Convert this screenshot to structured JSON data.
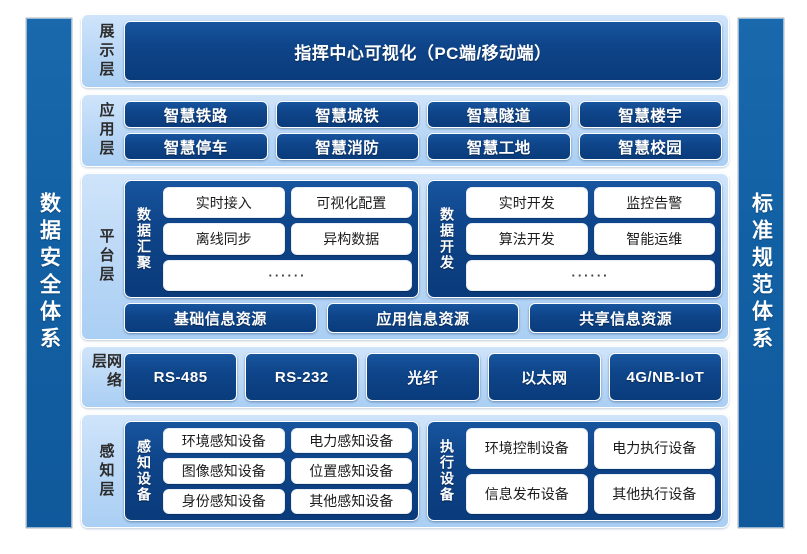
{
  "frame": {
    "left_pillar": "数据安全体系",
    "right_pillar": "标准规范体系"
  },
  "colors": {
    "band_bg_light": "#cfe4fa",
    "band_bg_dark": "#aacff4",
    "chip_blue_top": "#17559e",
    "chip_blue_bottom": "#0a3c7c",
    "pillar_blue": "#1260a4",
    "pill_white": "#ffffff",
    "label_text": "#2b2b2b",
    "page_bg": "#ffffff"
  },
  "layers": {
    "presentation": {
      "label": "展示层",
      "items": [
        "指挥中心可视化（PC端/移动端）"
      ]
    },
    "application": {
      "label": "应用层",
      "row1": [
        "智慧铁路",
        "智慧城铁",
        "智慧隧道",
        "智慧楼宇"
      ],
      "row2": [
        "智慧停车",
        "智慧消防",
        "智慧工地",
        "智慧校园"
      ]
    },
    "platform": {
      "label": "平台层",
      "groups": [
        {
          "label": "数据汇聚",
          "row1": [
            "实时接入",
            "可视化配置"
          ],
          "row2": [
            "离线同步",
            "异构数据"
          ],
          "row3": [
            "······"
          ]
        },
        {
          "label": "数据开发",
          "row1": [
            "实时开发",
            "监控告警"
          ],
          "row2": [
            "算法开发",
            "智能运维"
          ],
          "row3": [
            "······"
          ]
        }
      ],
      "resources": [
        "基础信息资源",
        "应用信息资源",
        "共享信息资源"
      ]
    },
    "network": {
      "label": "网络层",
      "items": [
        "RS-485",
        "RS-232",
        "光纤",
        "以太网",
        "4G/NB-IoT"
      ]
    },
    "perception": {
      "label": "感知层",
      "groups": [
        {
          "label": "感知设备",
          "row1": [
            "环境感知设备",
            "电力感知设备"
          ],
          "row2": [
            "图像感知设备",
            "位置感知设备"
          ],
          "row3": [
            "身份感知设备",
            "其他感知设备"
          ]
        },
        {
          "label": "执行设备",
          "row1": [
            "环境控制设备",
            "电力执行设备"
          ],
          "row2": [
            "信息发布设备",
            "其他执行设备"
          ]
        }
      ]
    }
  }
}
